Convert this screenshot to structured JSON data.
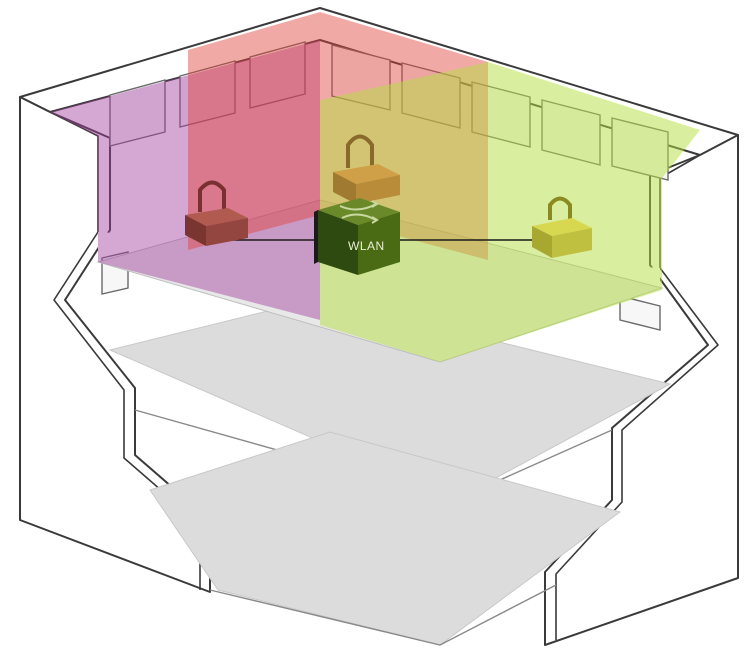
{
  "access_point": {
    "label": "WLAN",
    "icon": "crossed-arrows-icon",
    "color": "#4a6a14"
  },
  "coverage_zones": [
    {
      "name": "purple",
      "color": "#a13fa0"
    },
    {
      "name": "red",
      "color": "#e0403a"
    },
    {
      "name": "green",
      "color": "#b3e040"
    }
  ],
  "clients": [
    {
      "name": "left",
      "icon": "padlock-device-icon",
      "color": "#8a3e3a"
    },
    {
      "name": "center",
      "icon": "padlock-device-icon",
      "color": "#b8862e"
    },
    {
      "name": "right",
      "icon": "padlock-device-icon",
      "color": "#c9c93a"
    }
  ],
  "colors": {
    "walls": "#ffffff",
    "outline": "#3a3a3a",
    "floors": "#dcdcdc"
  }
}
